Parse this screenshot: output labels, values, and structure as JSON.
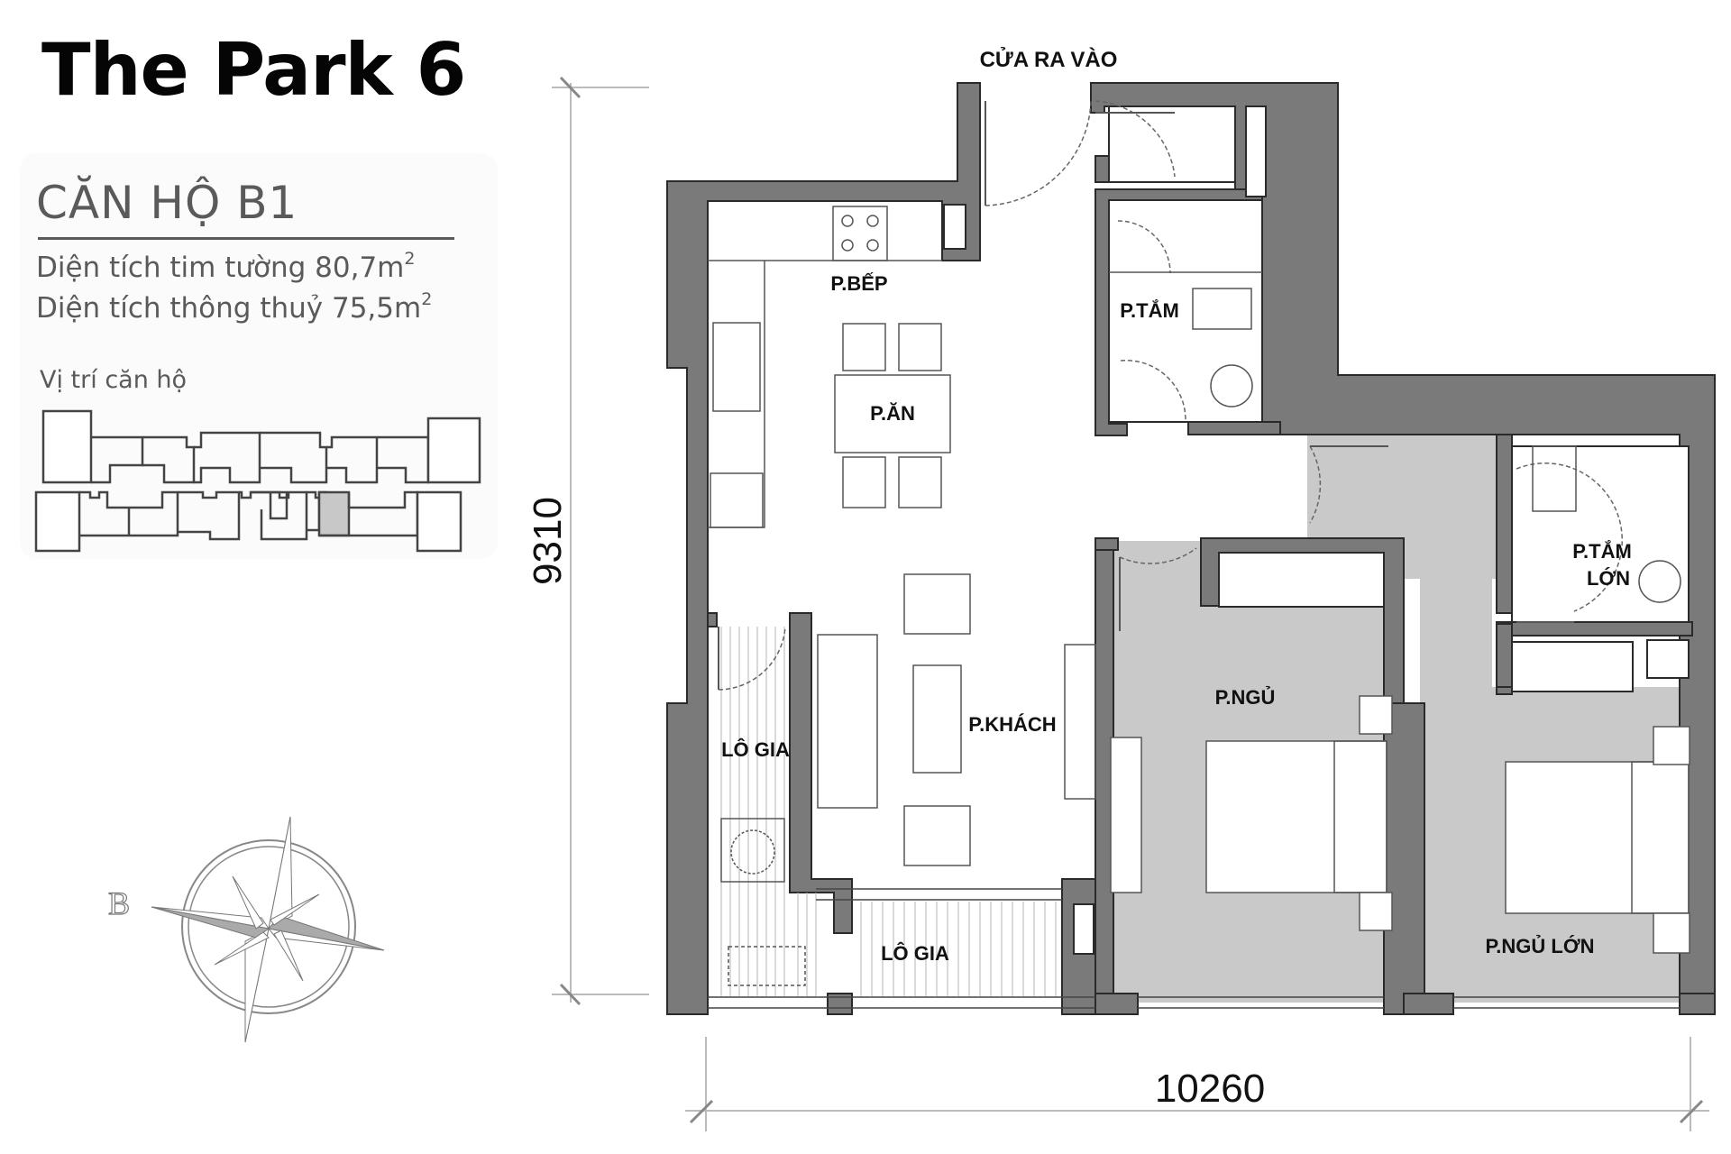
{
  "header": {
    "title": "The Park 6"
  },
  "unit": {
    "name": "CĂN HỘ B1",
    "gross_area_label": "Diện tích tim tường 80,7m",
    "gross_area_sup": "2",
    "net_area_label": "Diện tích thông thuỷ 75,5m",
    "net_area_sup": "2",
    "location_label": "Vị trí căn hộ",
    "highlight_color": "#c8c8c8"
  },
  "compass": {
    "north_label": "B"
  },
  "dimensions": {
    "height": "9310",
    "width": "10260"
  },
  "rooms": {
    "entrance": "CỬA RA VÀO",
    "kitchen": "P.BẾP",
    "dining": "P.ĂN",
    "bath": "P.TẮM",
    "master_bath_line1": "P.TẮM",
    "master_bath_line2": "LỚN",
    "living": "P.KHÁCH",
    "loggia_left": "LÔ GIA",
    "loggia_bottom": "LÔ GIA",
    "bedroom": "P.NGỦ",
    "master_bedroom": "P.NGỦ LỚN"
  },
  "colors": {
    "wall": "#7a7a7a",
    "wall_edge": "#2a2a2a",
    "bedroom_floor": "#c9c9c9",
    "text_dark": "#111111",
    "text_gray": "#5a5a5a"
  }
}
